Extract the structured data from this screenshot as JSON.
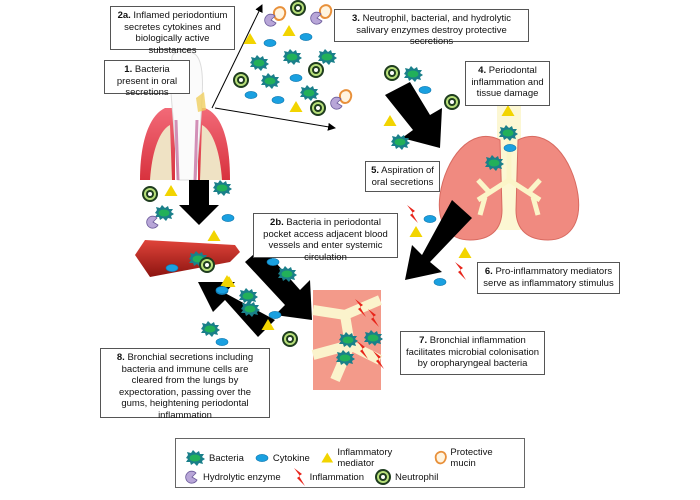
{
  "colors": {
    "bacteria": "#1e8a6a",
    "bacteria_outline": "#1a5f8a",
    "cytokine": "#1aa0e0",
    "mediator": "#f2d400",
    "mucin": "#e8903a",
    "enzyme": "#b8a6d8",
    "inflammation": "#e8241a",
    "neutrophil": "#2a7a2a",
    "lung": "#f08a80",
    "arrow": "#000000"
  },
  "steps": [
    {
      "num": "1.",
      "text": "Bacteria present in oral secretions"
    },
    {
      "num": "2a.",
      "text": "Inflamed periodontium secretes cytokines and biologically active substances"
    },
    {
      "num": "2b.",
      "text": "Bacteria in periodontal pocket access adjacent blood vessels and enter systemic circulation"
    },
    {
      "num": "3.",
      "text": "Neutrophil, bacterial, and hydrolytic salivary enzymes destroy protective secretions"
    },
    {
      "num": "4.",
      "text": "Periodontal inflammation and tissue damage"
    },
    {
      "num": "5.",
      "text": "Aspiration of oral secretions"
    },
    {
      "num": "6.",
      "text": "Pro-inflammatory mediators serve as inflammatory stimulus"
    },
    {
      "num": "7.",
      "text": "Bronchial inflammation facilitates microbial colonisation by oropharyngeal bacteria"
    },
    {
      "num": "8.",
      "text": "Bronchial secretions including bacteria and immune cells are cleared from the lungs by expectoration, passing over the gums, heightening periodontal inflammation"
    }
  ],
  "legend": [
    {
      "icon": "bacteria",
      "label": "Bacteria"
    },
    {
      "icon": "cytokine",
      "label": "Cytokine"
    },
    {
      "icon": "mediator",
      "label": "Inflammatory mediator"
    },
    {
      "icon": "mucin",
      "label": "Protective mucin"
    },
    {
      "icon": "enzyme",
      "label": "Hydrolytic enzyme"
    },
    {
      "icon": "inflammation",
      "label": "Inflammation"
    },
    {
      "icon": "neutrophil",
      "label": "Neutrophil"
    }
  ]
}
